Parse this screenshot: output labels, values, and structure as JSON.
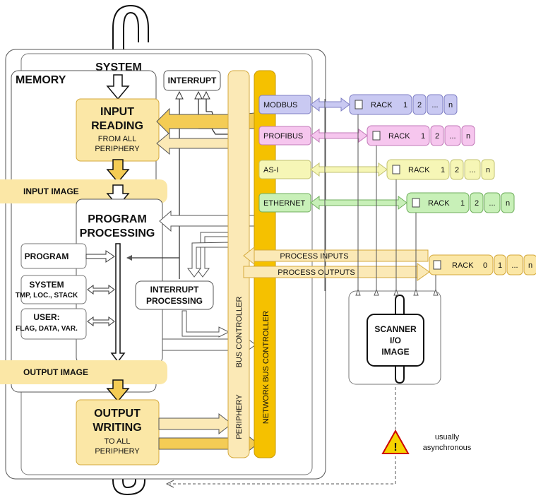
{
  "labels": {
    "system": "SYSTEM",
    "memory": "MEMORY",
    "interrupt": "INTERRUPT",
    "input_reading_1": "INPUT",
    "input_reading_2": "READING",
    "input_reading_3": "FROM ALL",
    "input_reading_4": "PERIPHERY",
    "input_image": "INPUT IMAGE",
    "program_processing_1": "PROGRAM",
    "program_processing_2": "PROCESSING",
    "program": "PROGRAM",
    "system_mem_1": "SYSTEM",
    "system_mem_2": "TMP, LOC., STACK",
    "user_1": "USER:",
    "user_2": "FLAG, DATA, VAR.",
    "interrupt_processing_1": "INTERRUPT",
    "interrupt_processing_2": "PROCESSING",
    "output_image": "OUTPUT IMAGE",
    "output_writing_1": "OUTPUT",
    "output_writing_2": "WRITING",
    "output_writing_3": "TO ALL",
    "output_writing_4": "PERIPHERY",
    "bus_controller": "BUS CONTROLLER",
    "periphery": "PERIPHERY",
    "network_bus_controller": "NETWORK BUS CONTROLLER",
    "process_inputs": "PROCESS INPUTS",
    "process_outputs": "PROCESS OUTPUTS",
    "scanner_1": "SCANNER",
    "scanner_2": "I/O",
    "scanner_3": "IMAGE",
    "usually": "usually",
    "asynchronous": "asynchronous"
  },
  "networks": [
    {
      "name": "MODBUS",
      "color": "#c9c9f2",
      "stroke": "#7f7fc4",
      "rack": "RACK",
      "n1": "1",
      "n2": "2",
      "dots": "...",
      "n": "n"
    },
    {
      "name": "PROFIBUS",
      "color": "#f6c6ee",
      "stroke": "#c27ab8",
      "rack": "RACK",
      "n1": "1",
      "n2": "2",
      "dots": "...",
      "n": "n"
    },
    {
      "name": "AS-I",
      "color": "#f6f6b6",
      "stroke": "#c2c270",
      "rack": "RACK",
      "n1": "1",
      "n2": "2",
      "dots": "...",
      "n": "n"
    },
    {
      "name": "ETHERNET",
      "color": "#c8f0b8",
      "stroke": "#6fae5c",
      "rack": "RACK",
      "n1": "1",
      "n2": "2",
      "dots": "...",
      "n": "n"
    }
  ],
  "local_rack": {
    "rack": "RACK",
    "n0": "0",
    "n1": "1",
    "dots": "...",
    "n": "n",
    "color": "#fbe7a6",
    "stroke": "#d4a93c"
  },
  "colors": {
    "yellow_box": "#fbe7a6",
    "yellow_stroke": "#d4a93c",
    "bus_light": "#fbe9b6",
    "bus_dark": "#f5c100",
    "arrow_fill": "#f4cc55",
    "warning": "#f5d300"
  },
  "icons": [
    "warning-icon",
    "rack-connector-icon"
  ]
}
